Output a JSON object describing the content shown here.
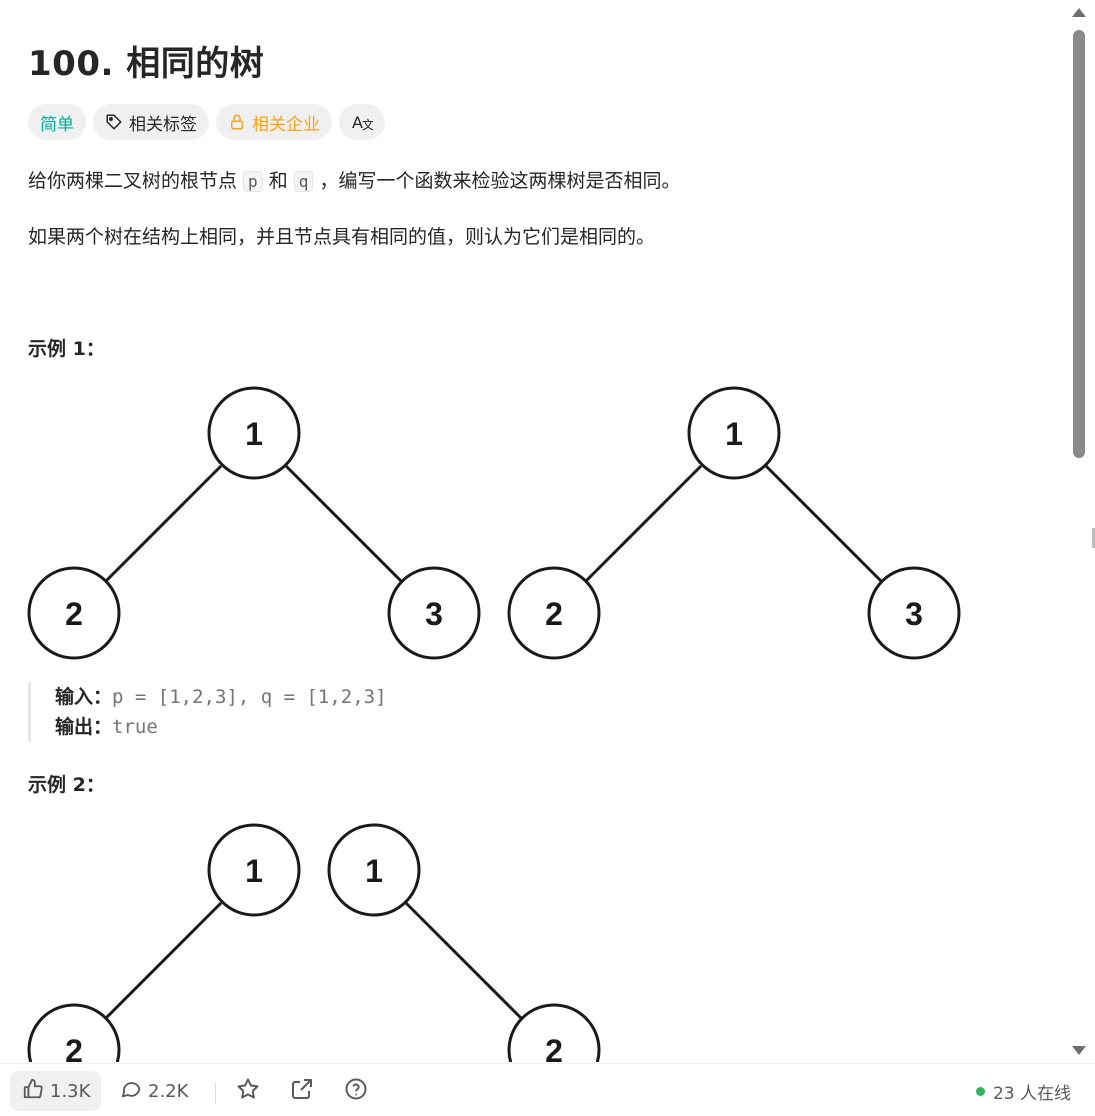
{
  "problem": {
    "title": "100. 相同的树",
    "tags": {
      "difficulty": "简单",
      "related_tags": "相关标签",
      "related_companies": "相关企业",
      "translate_icon": "translate-icon"
    },
    "description": {
      "line1_a": "给你两棵二叉树的根节点 ",
      "line1_p": "p",
      "line1_b": " 和 ",
      "line1_q": "q",
      "line1_c": " ，编写一个函数来检验这两棵树是否相同。",
      "line2": "如果两个树在结构上相同，并且节点具有相同的值，则认为它们是相同的。"
    },
    "examples": [
      {
        "title": "示例 1：",
        "trees": [
          {
            "nodes": [
              {
                "label": "1"
              },
              {
                "label": "2"
              },
              {
                "label": "3"
              }
            ]
          },
          {
            "nodes": [
              {
                "label": "1"
              },
              {
                "label": "2"
              },
              {
                "label": "3"
              }
            ]
          }
        ],
        "input_label": "输入：",
        "input_value": "p = [1,2,3], q = [1,2,3]",
        "output_label": "输出：",
        "output_value": "true"
      },
      {
        "title": "示例 2：",
        "trees": [
          {
            "nodes": [
              {
                "label": "1"
              },
              {
                "label": "2"
              }
            ]
          },
          {
            "nodes": [
              {
                "label": "1"
              },
              {
                "label": "2"
              }
            ]
          }
        ]
      }
    ]
  },
  "bottom_bar": {
    "likes": "1.3K",
    "comments": "2.2K",
    "online": "23 人在线"
  },
  "colors": {
    "easy": "#00af9b",
    "company": "#ffa116",
    "online_dot": "#2db55d"
  }
}
